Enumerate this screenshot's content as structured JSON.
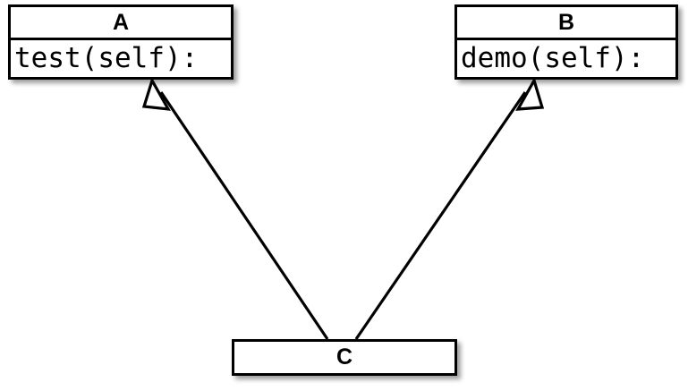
{
  "diagram": {
    "type": "uml-class-diagram",
    "title": "",
    "background_color": "#ffffff",
    "line_color": "#000000",
    "fill_color": "#ffffff",
    "classes": [
      {
        "id": "A",
        "name": "A",
        "members": [
          "test(self):"
        ],
        "has_member_compartment": true
      },
      {
        "id": "B",
        "name": "B",
        "members": [
          "demo(self):"
        ],
        "has_member_compartment": true
      },
      {
        "id": "C",
        "name": "C",
        "members": [],
        "has_member_compartment": false
      }
    ],
    "relationships": [
      {
        "kind": "generalization",
        "arrowhead": "hollow-triangle",
        "from": "C",
        "to": "A",
        "label": ""
      },
      {
        "kind": "generalization",
        "arrowhead": "hollow-triangle",
        "from": "C",
        "to": "B",
        "label": ""
      }
    ]
  }
}
